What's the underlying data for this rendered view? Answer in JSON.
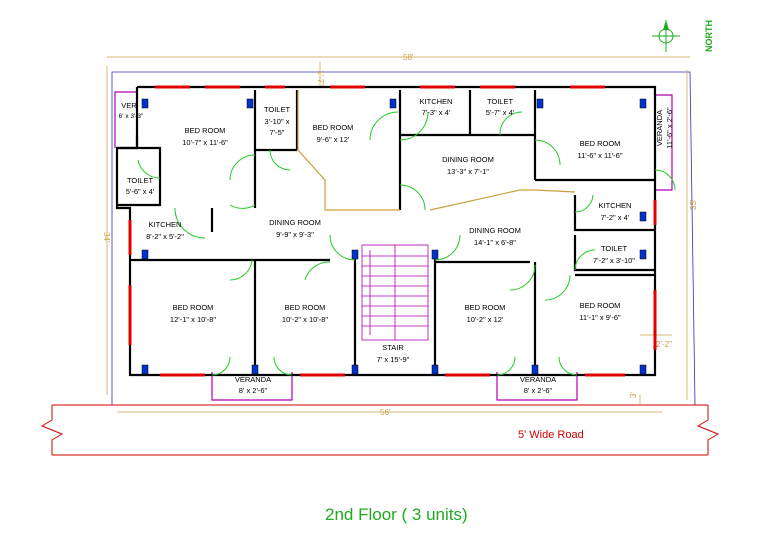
{
  "title": "2nd Floor ( 3 units)",
  "north_label": "NORTH",
  "road_label": "5' Wide Road",
  "dimensions": {
    "top_width": "58'",
    "bottom_width": "56'",
    "left_depth": "34'",
    "right_depth": "33'",
    "right_offset": "2'-2\"",
    "top_offset": "1'-7\"",
    "bottom_offset": "3'"
  },
  "rooms": {
    "ver_left": {
      "name": "VER",
      "size": "6' x 3'-3\""
    },
    "bed_top_left": {
      "name": "BED ROOM",
      "size": "10'-7\" x 11'-6\""
    },
    "toilet_top_a": {
      "name": "TOILET",
      "size_line1": "3'-10\" x",
      "size_line2": "7'-5\""
    },
    "bed_top_mid": {
      "name": "BED ROOM",
      "size": "9'-6\" x 12'"
    },
    "kitchen_top": {
      "name": "KITCHEN",
      "size": "7'-3\" x 4'"
    },
    "toilet_top_b": {
      "name": "TOILET",
      "size": "5'-7\" x 4'"
    },
    "bed_top_right": {
      "name": "BED ROOM",
      "size": "11'-6\" x 11'-6\""
    },
    "veranda_right": {
      "name": "VERANDA",
      "size": "11'-6\" x 2'-6\""
    },
    "dining_top": {
      "name": "DINING ROOM",
      "size": "13'-3\" x 7'-1\""
    },
    "toilet_left": {
      "name": "TOILET",
      "size": "5'-6\" x 4'"
    },
    "kitchen_left": {
      "name": "KITCHEN",
      "size": "8'-2\" x 5'-2\""
    },
    "dining_left": {
      "name": "DINING ROOM",
      "size": "9'-9\" x 9'-3\""
    },
    "dining_right": {
      "name": "DINING ROOM",
      "size": "14'-1\" x 6'-8\""
    },
    "kitchen_right": {
      "name": "KITCHEN",
      "size": "7'-2\" x 4'"
    },
    "toilet_right": {
      "name": "TOILET",
      "size": "7'-2\" x 3'-10\""
    },
    "bed_bot_1": {
      "name": "BED ROOM",
      "size": "12'-1\" x 10'-8\""
    },
    "bed_bot_2": {
      "name": "BED ROOM",
      "size": "10'-2\" x 10'-8\""
    },
    "stair": {
      "name": "STAIR",
      "size": "7' x 15'-9\""
    },
    "bed_bot_3": {
      "name": "BED ROOM",
      "size": "10'-2\" x 12'"
    },
    "bed_bot_4": {
      "name": "BED ROOM",
      "size": "11'-1\" x 9'-6\""
    },
    "veranda_bot_1": {
      "name": "VERANDA",
      "size": "8' x 2'-6\""
    },
    "veranda_bot_2": {
      "name": "VERANDA",
      "size": "8' x 2'-6\""
    }
  },
  "colors": {
    "wall": "#000000",
    "window": "#e00000",
    "column": "#0033cc",
    "door_swing": "#22cc22",
    "veranda_outline": "#b000b0",
    "dimension": "#c8a040",
    "title": "#1faa1f"
  }
}
